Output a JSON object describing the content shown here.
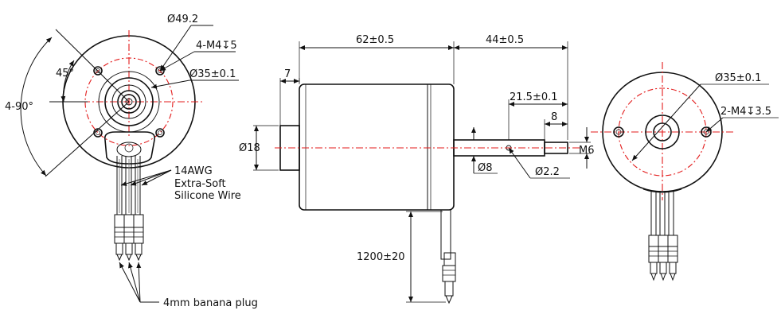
{
  "dims": {
    "bolt_circle": "Ø49.2",
    "mount_holes_front": "4-M4↧5",
    "pilot_front": "Ø35±0.1",
    "angle_45": "45°",
    "angle_4x90": "4-90°",
    "body_length": "62±0.5",
    "shaft_length": "44±0.5",
    "pilot_length": "7",
    "pilot_dia": "Ø18",
    "shaft_hole_pos": "21.5±0.1",
    "thread_length": "8",
    "thread": "M6",
    "shaft_dia": "Ø8",
    "cross_hole": "Ø2.2",
    "lead_length": "1200±20",
    "pilot_rear": "Ø35±0.1",
    "mount_holes_rear": "2-M4↧3.5"
  },
  "notes": {
    "wire_line1": "14AWG",
    "wire_line2": "Extra-Soft",
    "wire_line3": "Silicone Wire",
    "plug": "4mm banana plug"
  },
  "colors": {
    "outline": "#111111",
    "center_line": "#e31b1b"
  }
}
